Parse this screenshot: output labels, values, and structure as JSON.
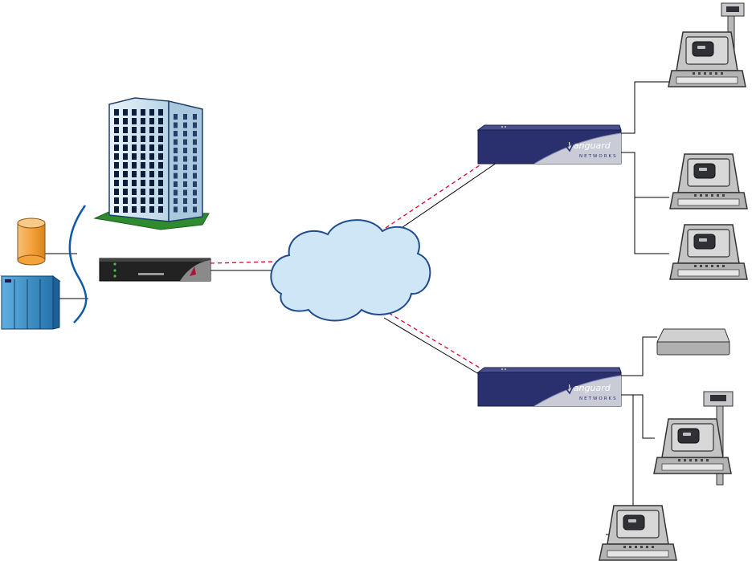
{
  "routers": [
    {
      "id": "router-top",
      "brand": "Vanguard",
      "sub": "NETWORKS"
    },
    {
      "id": "router-bottom",
      "brand": "Vanguard",
      "sub": "NETWORKS"
    }
  ],
  "colors": {
    "router_body": "#2a2f6e",
    "router_face": "#c9ccd6",
    "cloud_fill": "#cfe6f7",
    "cloud_stroke": "#1f4c8f",
    "wan_dashed": "#e0002a",
    "link_line": "#000000",
    "building_side": "#cfe3ef",
    "grass": "#2e8b2e",
    "database": "#f4a23c",
    "server": "#3a8fc8",
    "bracket": "#0f5aa8",
    "terminal_body": "#b8b8b8",
    "terminal_screen": "#2f3137"
  }
}
